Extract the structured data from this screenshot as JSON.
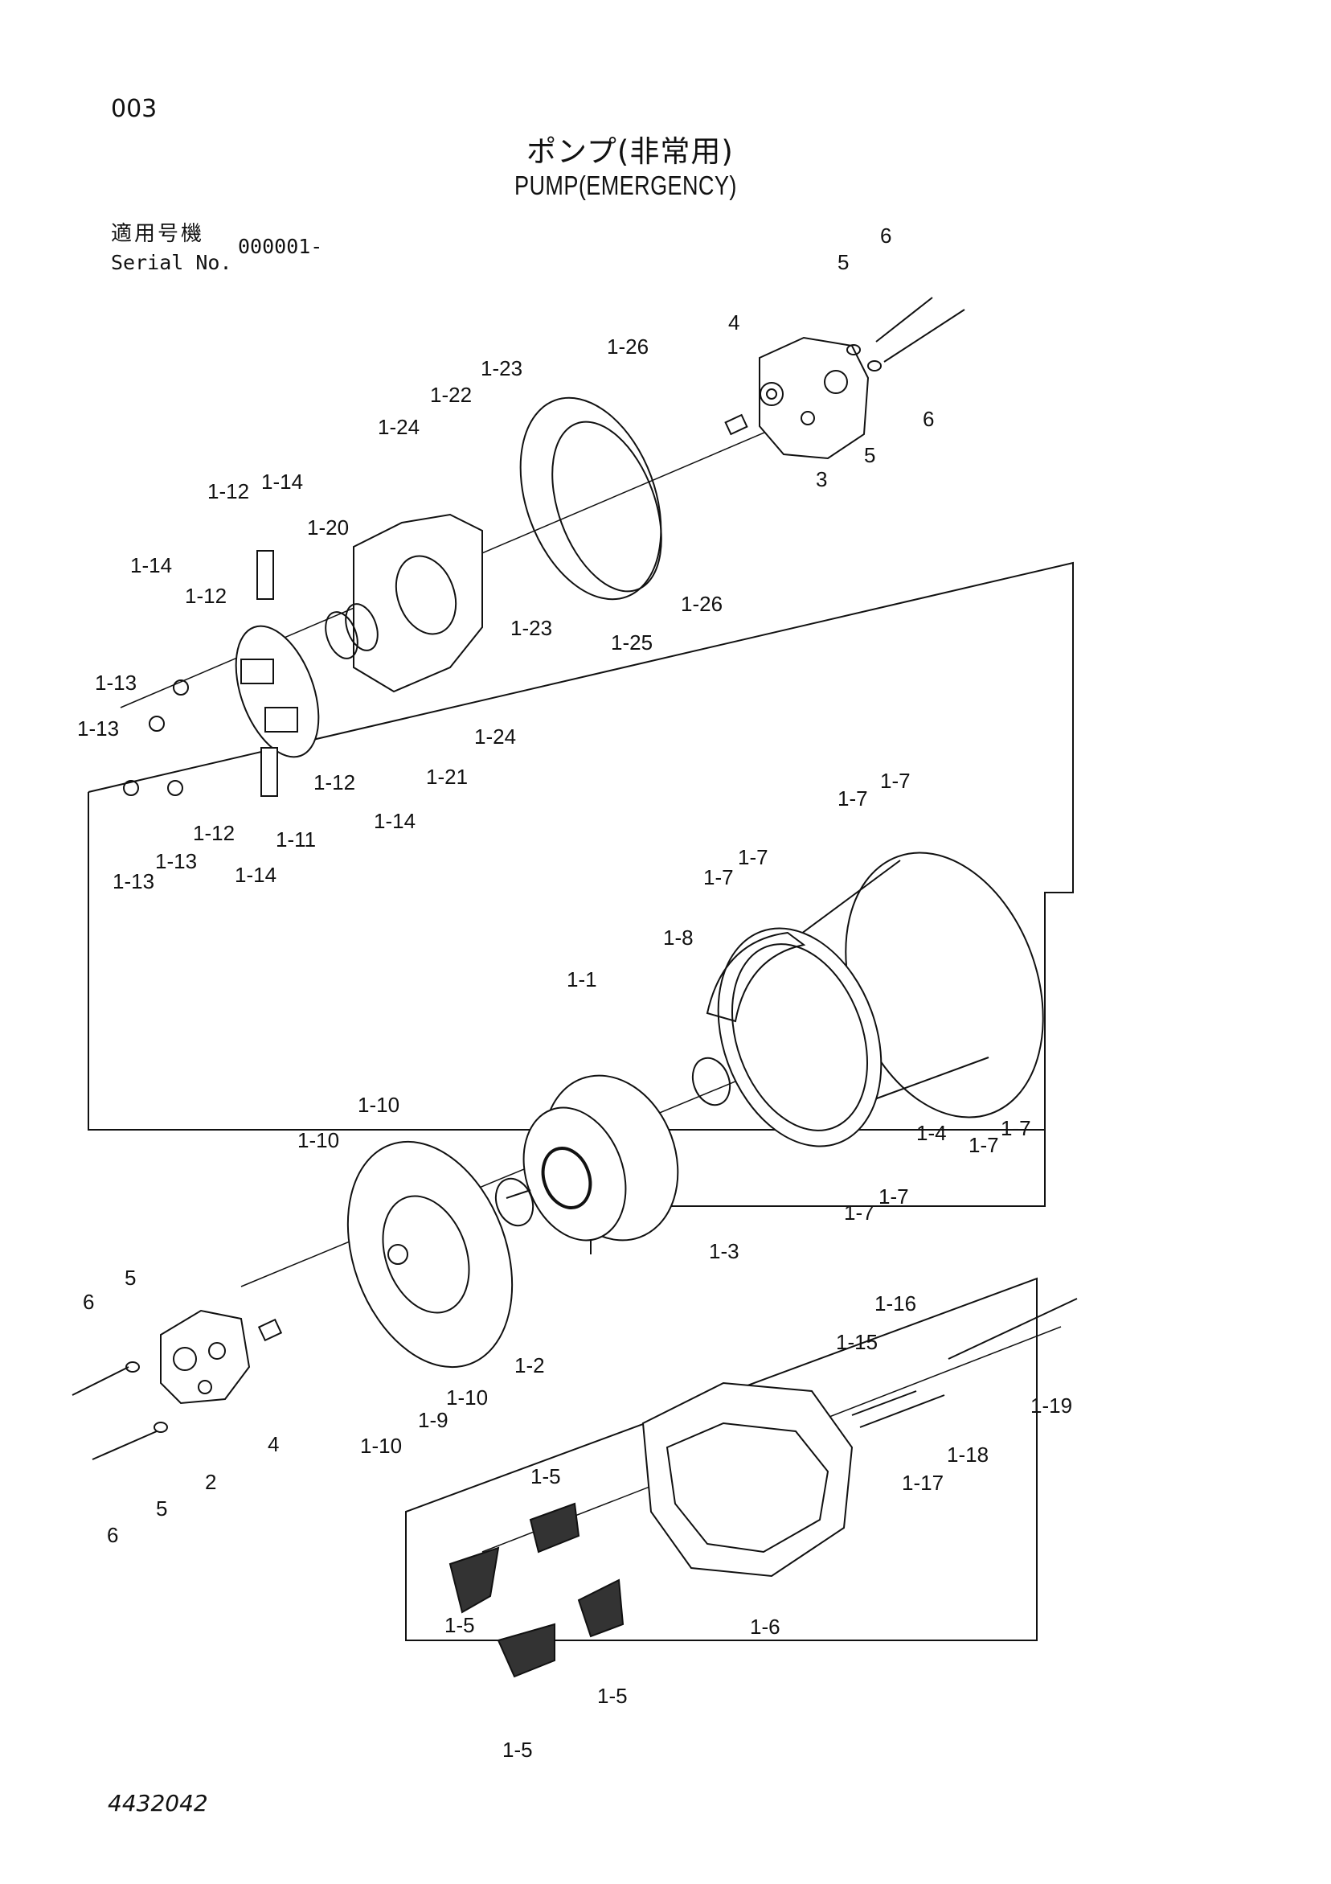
{
  "page_number": "003",
  "title_jp": "ポンプ(非常用)",
  "title_en": "PUMP(EMERGENCY)",
  "serial_label_jp": "適用号機",
  "serial_label_en": "Serial No.",
  "serial_value": "000001-",
  "document_number": "4432042",
  "callouts": [
    "6",
    "5",
    "6",
    "5",
    "4",
    "3",
    "1-26",
    "1-26",
    "1-25",
    "1-23",
    "1-23",
    "1-22",
    "1-24",
    "1-24",
    "1-21",
    "1-20",
    "1-14",
    "1-14",
    "1-14",
    "1-14",
    "1-12",
    "1-12",
    "1-12",
    "1-12",
    "1-13",
    "1-13",
    "1-13",
    "1-13",
    "1-11",
    "1-7",
    "1-7",
    "1-7",
    "1-7",
    "1-7",
    "1-7",
    "1-7",
    "1-7",
    "1-8",
    "1-1",
    "1-3",
    "1-4",
    "1-2",
    "1-10",
    "1-10",
    "1-10",
    "1-10",
    "1-9",
    "6",
    "5",
    "5",
    "6",
    "2",
    "4",
    "1-16",
    "1-15",
    "1-19",
    "1-18",
    "1-17",
    "1-5",
    "1-5",
    "1-5",
    "1-5",
    "1-6"
  ]
}
